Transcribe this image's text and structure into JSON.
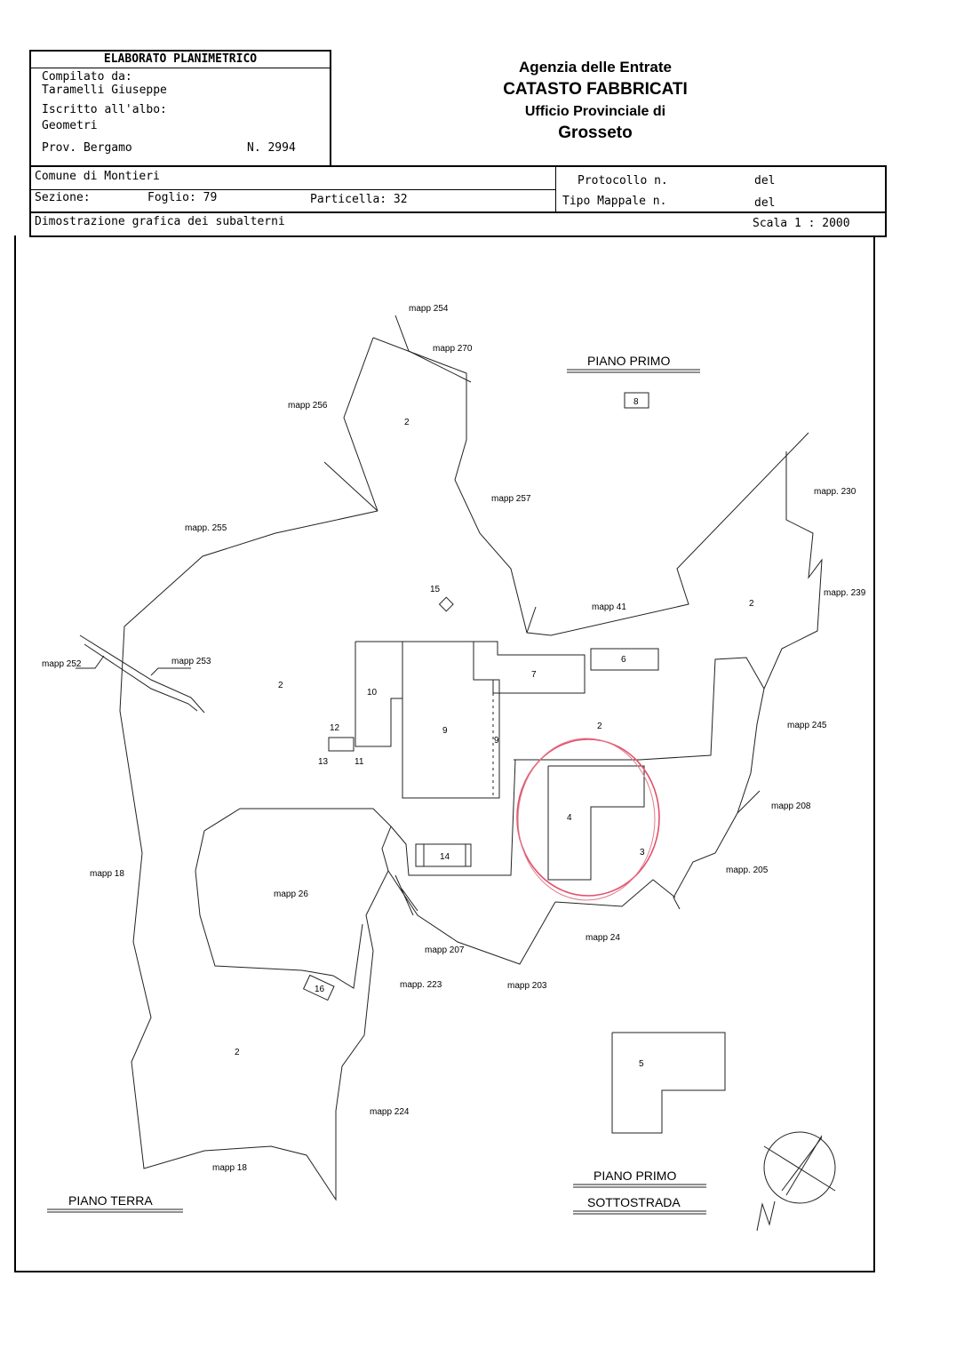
{
  "header": {
    "title": "ELABORATO PLANIMETRICO",
    "compiled_by_label": "Compilato da:",
    "compiled_by": "Taramelli Giuseppe",
    "registered_label": "Iscritto all'albo:",
    "registered": "Geometri",
    "province": "Prov. Bergamo",
    "number": "N. 2994"
  },
  "agency": {
    "line1": "Agenzia delle Entrate",
    "line2": "CATASTO FABBRICATI",
    "line3": "Ufficio Provinciale di",
    "line4": "Grosseto"
  },
  "info": {
    "comune": "Comune di Montieri",
    "sezione": "Sezione:",
    "foglio": "Foglio: 79",
    "particella": "Particella: 32",
    "protocollo": "Protocollo n.",
    "del1": "del",
    "tipo_mappale": "Tipo Mappale n.",
    "del2": "del",
    "description": "Dimostrazione grafica dei subalterni",
    "scale": "Scala 1 : 2000"
  },
  "map": {
    "piano_primo_top": "PIANO PRIMO",
    "piano_terra": "PIANO TERRA",
    "piano_primo_bottom": "PIANO PRIMO",
    "sottostrada": "SOTTOSTRADA",
    "north_letter": "N",
    "mapp_labels": {
      "m254": "mapp 254",
      "m270": "mapp 270",
      "m256": "mapp 256",
      "m257": "mapp 257",
      "m255": "mapp. 255",
      "m230": "mapp. 230",
      "m239": "mapp. 239",
      "m41": "mapp 41",
      "m252": "mapp 252",
      "m253": "mapp 253",
      "m245": "mapp 245",
      "m208": "mapp 208",
      "m205": "mapp. 205",
      "m18a": "mapp 18",
      "m26": "mapp 26",
      "m24": "mapp 24",
      "m207": "mapp 207",
      "m223": "mapp. 223",
      "m203": "mapp 203",
      "m224": "mapp 224",
      "m18b": "mapp 18"
    },
    "sub_labels": {
      "s2a": "2",
      "s8": "8",
      "s2b": "2",
      "s15": "15",
      "s6": "6",
      "s7": "7",
      "s2c": "2",
      "s10": "10",
      "s9a": "9",
      "s9b": "9",
      "s12": "12",
      "s13": "13",
      "s11": "11",
      "s2d": "2",
      "s4": "4",
      "s3": "3",
      "s14": "14",
      "s16": "16",
      "s2e": "2",
      "s5": "5"
    }
  }
}
